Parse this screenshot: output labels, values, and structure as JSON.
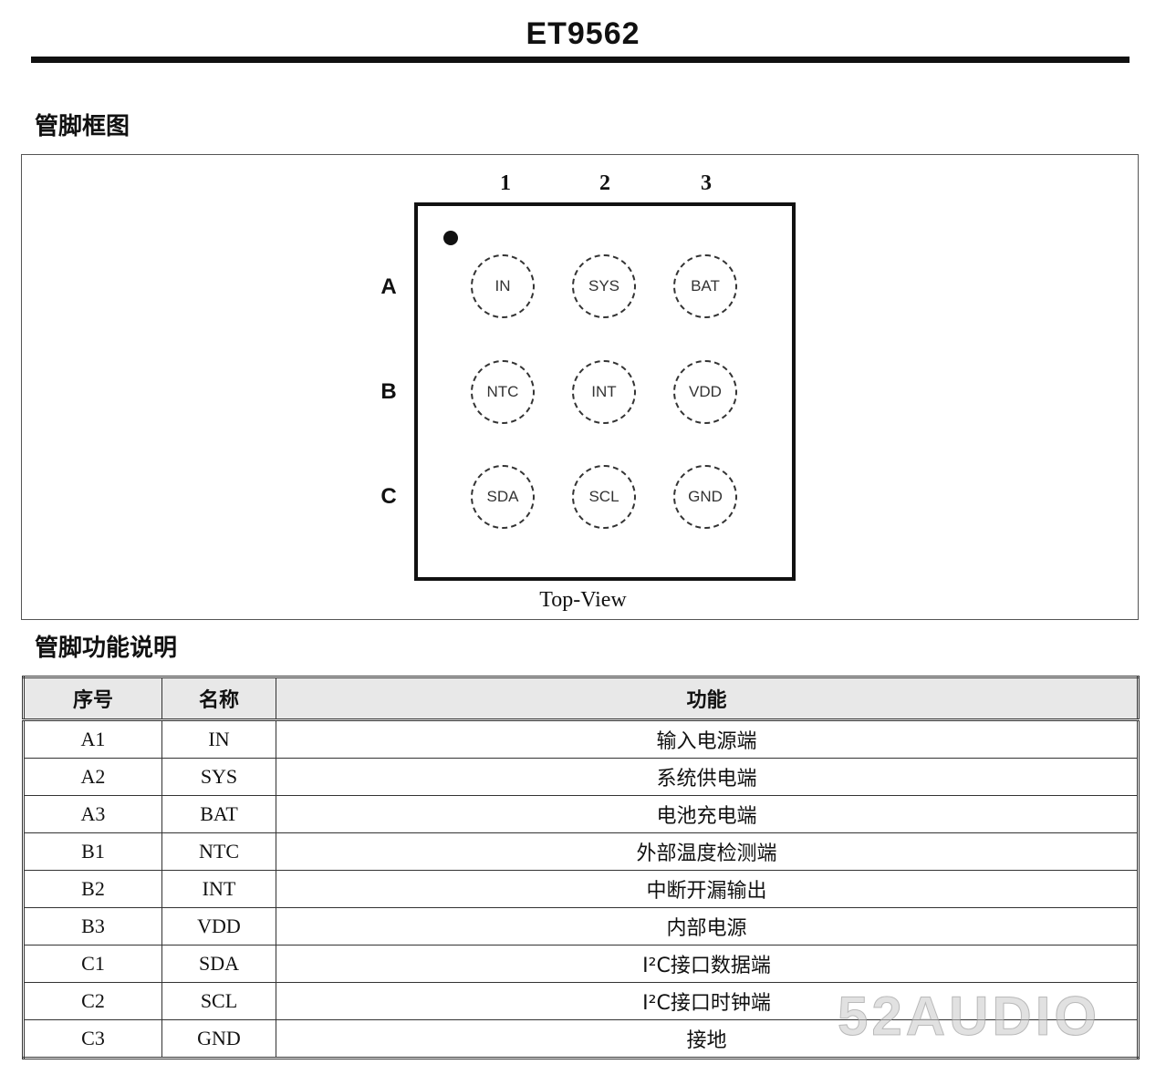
{
  "title": "ET9562",
  "section1_heading": "管脚框图",
  "section2_heading": "管脚功能说明",
  "diagram": {
    "columns": [
      "1",
      "2",
      "3"
    ],
    "rows": [
      "A",
      "B",
      "C"
    ],
    "pins": [
      [
        "IN",
        "SYS",
        "BAT"
      ],
      [
        "NTC",
        "INT",
        "VDD"
      ],
      [
        "SDA",
        "SCL",
        "GND"
      ]
    ],
    "caption": "Top-View"
  },
  "table": {
    "headers": [
      "序号",
      "名称",
      "功能"
    ],
    "rows": [
      {
        "num": "A1",
        "name": "IN",
        "func": "输入电源端"
      },
      {
        "num": "A2",
        "name": "SYS",
        "func": "系统供电端"
      },
      {
        "num": "A3",
        "name": "BAT",
        "func": "电池充电端"
      },
      {
        "num": "B1",
        "name": "NTC",
        "func": "外部温度检测端"
      },
      {
        "num": "B2",
        "name": "INT",
        "func": "中断开漏输出"
      },
      {
        "num": "B3",
        "name": "VDD",
        "func": "内部电源"
      },
      {
        "num": "C1",
        "name": "SDA",
        "func": "I²C接口数据端"
      },
      {
        "num": "C2",
        "name": "SCL",
        "func": "I²C接口时钟端"
      },
      {
        "num": "C3",
        "name": "GND",
        "func": "接地"
      }
    ]
  },
  "watermark": "52AUDIO"
}
